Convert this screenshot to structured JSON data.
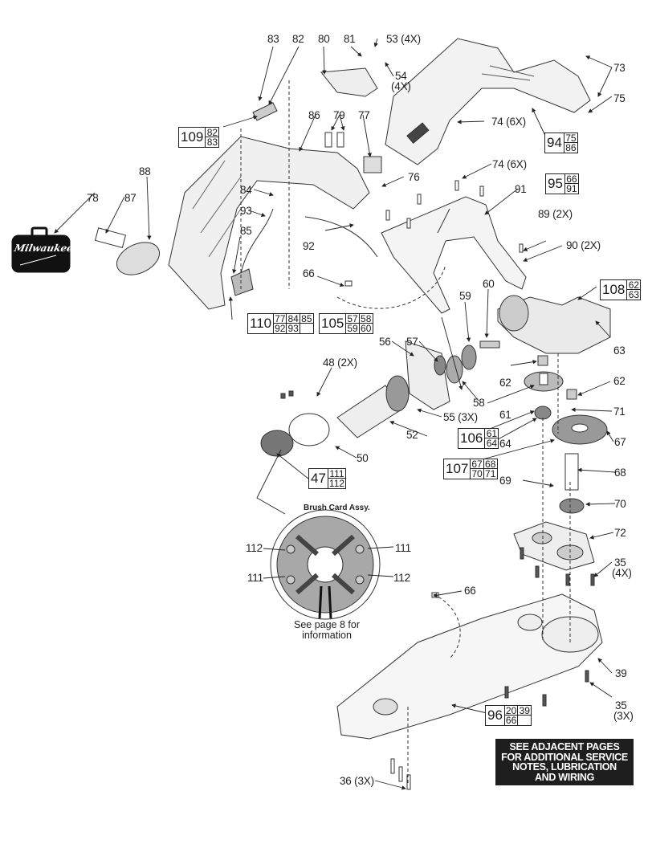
{
  "diagram": {
    "type": "exploded-parts-view",
    "brand_logo_text": "Milwaukee",
    "parts_labels": [
      {
        "id": "83",
        "text": "83"
      },
      {
        "id": "82",
        "text": "82"
      },
      {
        "id": "80",
        "text": "80"
      },
      {
        "id": "81",
        "text": "81"
      },
      {
        "id": "53",
        "text": "53 (4X)"
      },
      {
        "id": "54a",
        "text": "54"
      },
      {
        "id": "54b",
        "text": "(4X)"
      },
      {
        "id": "73",
        "text": "73"
      },
      {
        "id": "75",
        "text": "75"
      },
      {
        "id": "74a",
        "text": "74 (6X)"
      },
      {
        "id": "86",
        "text": "86"
      },
      {
        "id": "79",
        "text": "79"
      },
      {
        "id": "77",
        "text": "77"
      },
      {
        "id": "76",
        "text": "76"
      },
      {
        "id": "74b",
        "text": "74 (6X)"
      },
      {
        "id": "91",
        "text": "91"
      },
      {
        "id": "88",
        "text": "88"
      },
      {
        "id": "78",
        "text": "78"
      },
      {
        "id": "87",
        "text": "87"
      },
      {
        "id": "84",
        "text": "84"
      },
      {
        "id": "93",
        "text": "93"
      },
      {
        "id": "85",
        "text": "85"
      },
      {
        "id": "92",
        "text": "92"
      },
      {
        "id": "89",
        "text": "89 (2X)"
      },
      {
        "id": "90",
        "text": "90 (2X)"
      },
      {
        "id": "66a",
        "text": "66"
      },
      {
        "id": "60",
        "text": "60"
      },
      {
        "id": "59",
        "text": "59"
      },
      {
        "id": "56",
        "text": "56"
      },
      {
        "id": "57",
        "text": "57"
      },
      {
        "id": "48",
        "text": "48 (2X)"
      },
      {
        "id": "58",
        "text": "58"
      },
      {
        "id": "63",
        "text": "63"
      },
      {
        "id": "62a",
        "text": "62"
      },
      {
        "id": "62b",
        "text": "62"
      },
      {
        "id": "61",
        "text": "61"
      },
      {
        "id": "71",
        "text": "71"
      },
      {
        "id": "55",
        "text": "55 (3X)"
      },
      {
        "id": "64",
        "text": "64"
      },
      {
        "id": "67",
        "text": "67"
      },
      {
        "id": "52",
        "text": "52"
      },
      {
        "id": "50",
        "text": "50"
      },
      {
        "id": "68",
        "text": "68"
      },
      {
        "id": "69",
        "text": "69"
      },
      {
        "id": "70",
        "text": "70"
      },
      {
        "id": "72",
        "text": "72"
      },
      {
        "id": "35a",
        "text": "35"
      },
      {
        "id": "35b",
        "text": "(4X)"
      },
      {
        "id": "66b",
        "text": "66"
      },
      {
        "id": "112a",
        "text": "112"
      },
      {
        "id": "111a",
        "text": "111"
      },
      {
        "id": "111b",
        "text": "111"
      },
      {
        "id": "112b",
        "text": "112"
      },
      {
        "id": "39",
        "text": "39"
      },
      {
        "id": "35c",
        "text": "35"
      },
      {
        "id": "35d",
        "text": "(3X)"
      },
      {
        "id": "36",
        "text": "36 (3X)"
      }
    ],
    "kit_boxes": [
      {
        "id": "109",
        "kit": "109",
        "parts": [
          "82",
          "83"
        ]
      },
      {
        "id": "94",
        "kit": "94",
        "parts": [
          "75",
          "86"
        ]
      },
      {
        "id": "95",
        "kit": "95",
        "parts": [
          "66",
          "91"
        ]
      },
      {
        "id": "108",
        "kit": "108",
        "parts": [
          "62",
          "63"
        ]
      },
      {
        "id": "110",
        "kit": "110",
        "parts": [
          "77",
          "92",
          "84",
          "93",
          "85",
          ""
        ]
      },
      {
        "id": "105",
        "kit": "105",
        "parts": [
          "57",
          "59",
          "58",
          "60"
        ]
      },
      {
        "id": "106",
        "kit": "106",
        "parts": [
          "61",
          "64"
        ]
      },
      {
        "id": "107",
        "kit": "107",
        "parts": [
          "67",
          "70",
          "68",
          "71"
        ]
      },
      {
        "id": "47",
        "kit": "47",
        "parts": [
          "111",
          "112"
        ]
      },
      {
        "id": "96",
        "kit": "96",
        "parts": [
          "20",
          "66",
          "39",
          ""
        ]
      }
    ],
    "brush_card": {
      "title": "Brush Card Assy.",
      "note_line1": "See page 8 for",
      "note_line2": "information"
    },
    "notice": {
      "line1": "SEE ADJACENT PAGES",
      "line2": "FOR ADDITIONAL SERVICE",
      "line3": "NOTES, LUBRICATION",
      "line4": "AND WIRING"
    }
  }
}
